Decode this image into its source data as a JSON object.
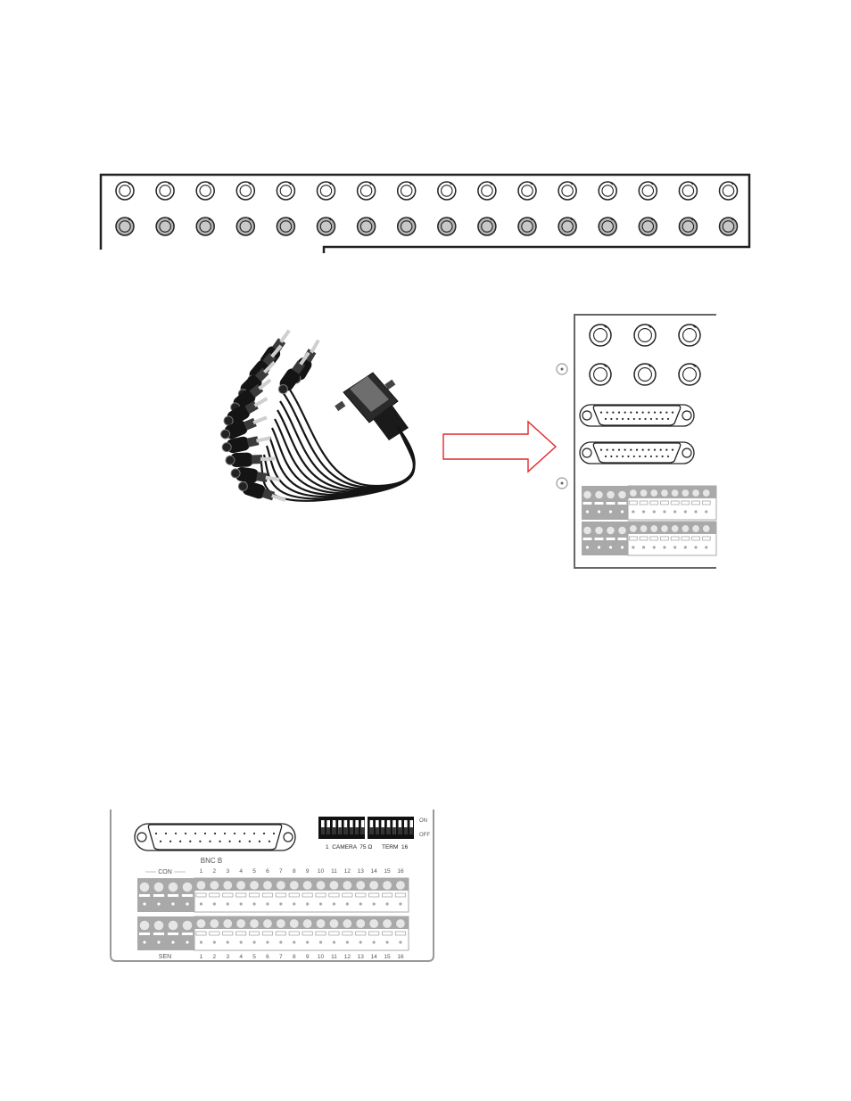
{
  "colors": {
    "panel_outline": "#222222",
    "connector_gray": "#b5b5b5",
    "terminal_gray": "#a9a9a9",
    "arrow_red": "#e0282a",
    "cable_black": "#1a1a1a",
    "dip_black": "#111111"
  },
  "top_panel": {
    "bnc_columns": 16,
    "rows": 2
  },
  "middle": {
    "cable_icon": "bnc-breakout-cable-icon",
    "arrow_icon": "right-arrow-icon",
    "rear_panel_icon": "rear-panel-icon"
  },
  "bottom_panel": {
    "connector_label": "BNC B",
    "con_label": "CON",
    "sen_label": "SEN",
    "dip_on": "ON",
    "dip_off": "OFF",
    "dip_caption_left": "1  CAMERA  75 Ω",
    "dip_caption_right": "TERM  16",
    "channel_numbers": [
      "1",
      "2",
      "3",
      "4",
      "5",
      "6",
      "7",
      "8",
      "9",
      "10",
      "11",
      "12",
      "13",
      "14",
      "15",
      "16"
    ]
  }
}
